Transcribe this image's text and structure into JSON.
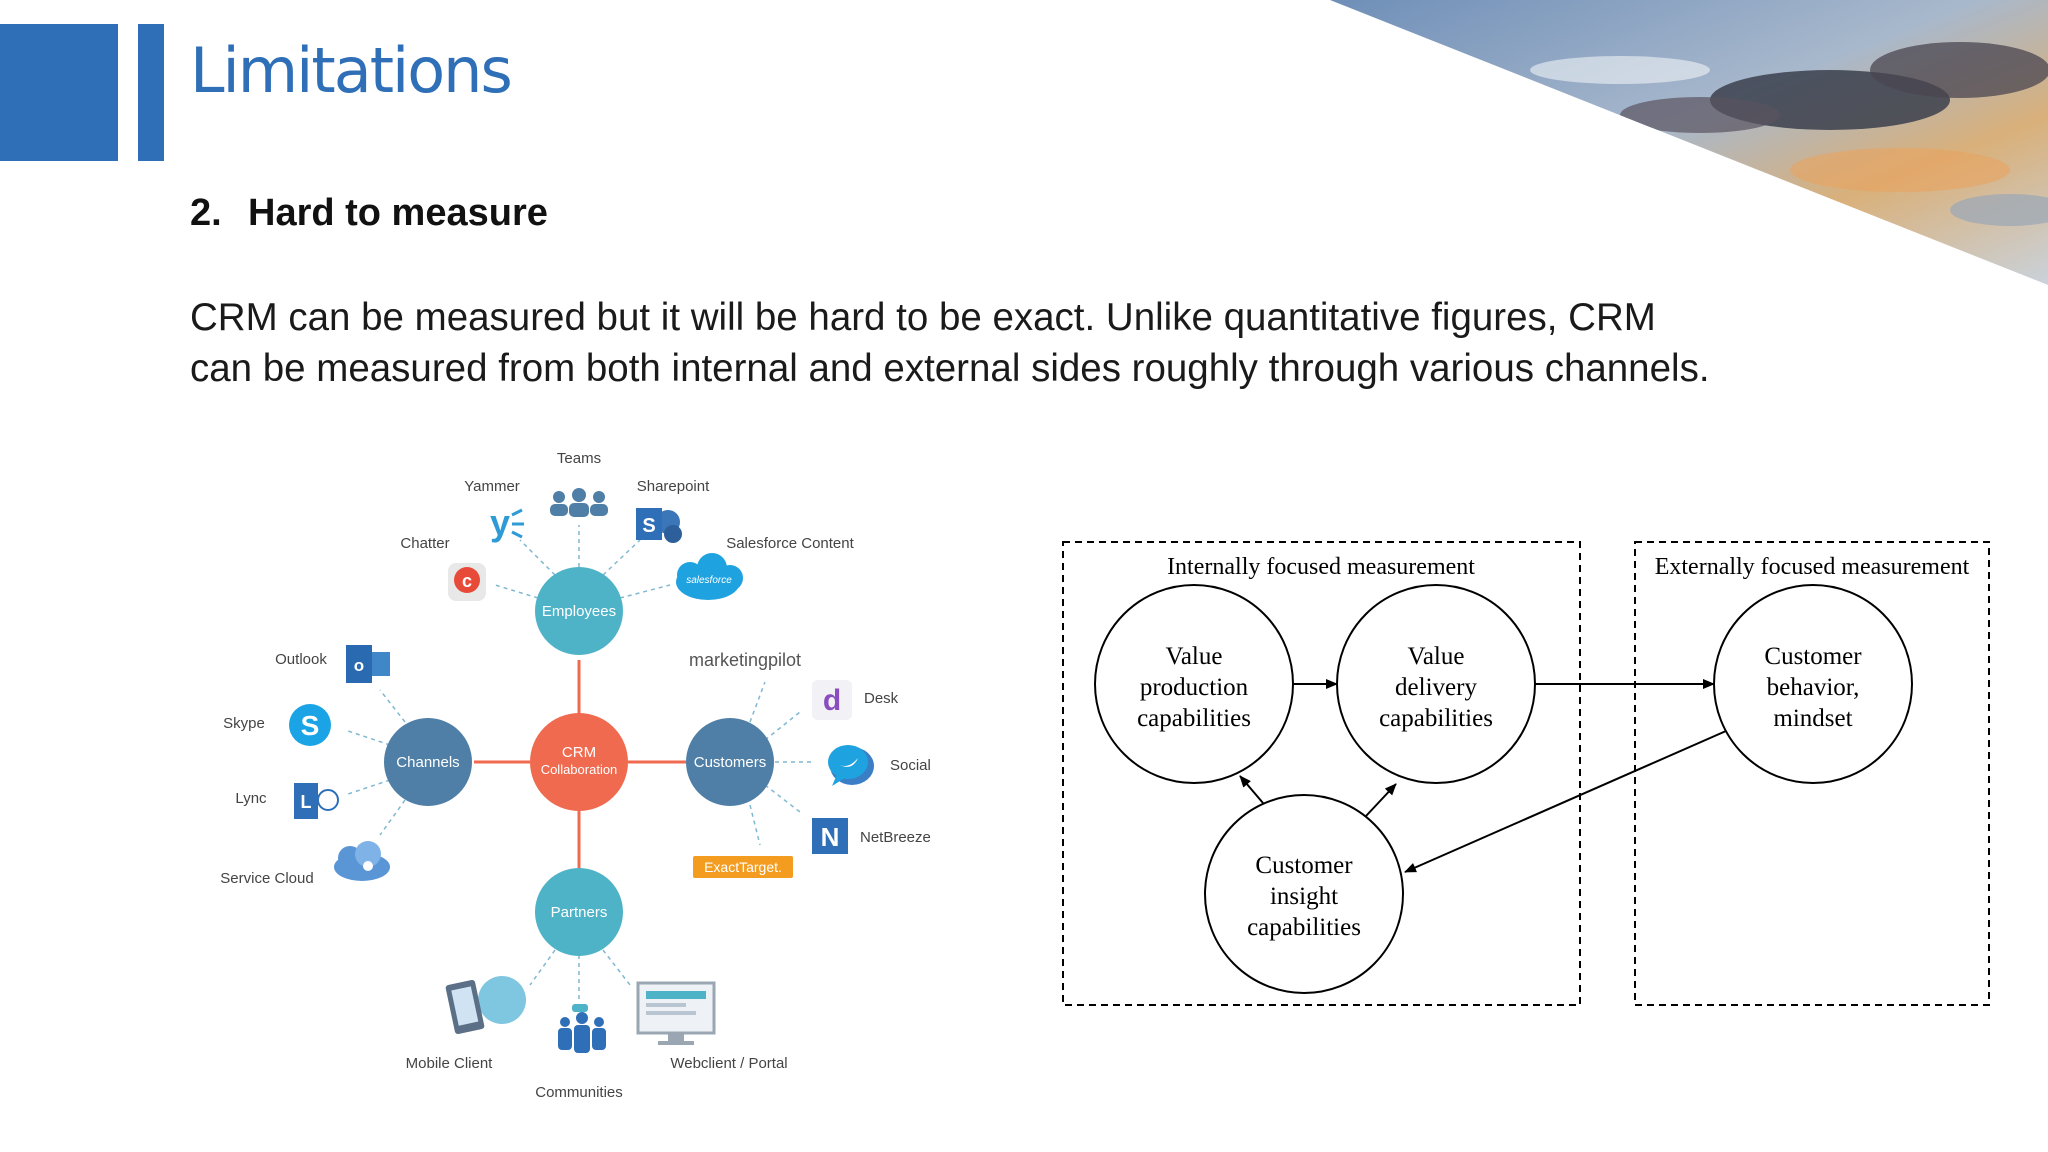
{
  "slide": {
    "title": "Limitations",
    "section_number": "2.",
    "section_heading": "Hard to measure",
    "body_line1": "CRM can be measured but it will be hard to be exact. Unlike quantitative figures, CRM",
    "body_line2": "can be measured from both internal and external sides roughly through various channels."
  },
  "crm_diagram": {
    "center": [
      "CRM",
      "Collaboration"
    ],
    "hubs": {
      "employees": "Employees",
      "channels": "Channels",
      "customers": "Customers",
      "partners": "Partners"
    },
    "employee_items": {
      "teams": "Teams",
      "yammer": "Yammer",
      "sharepoint": "Sharepoint",
      "chatter": "Chatter",
      "salesforce_content": "Salesforce Content",
      "salesforce_logo": "salesforce"
    },
    "channel_items": {
      "outlook": "Outlook",
      "skype": "Skype",
      "lync": "Lync",
      "service_cloud": "Service Cloud"
    },
    "customer_items": {
      "marketingpilot": "marketingpilot",
      "desk": "Desk",
      "social": "Social",
      "netbreeze": "NetBreeze",
      "exacttarget": "ExactTarget."
    },
    "partner_items": {
      "mobile_client": "Mobile Client",
      "communities": "Communities",
      "webclient": "Webclient / Portal"
    },
    "colors": {
      "teal": "#4fb3c8",
      "slate": "#4f7fa6",
      "coral": "#ef6a4f",
      "exacttarget": "#f39c1f"
    }
  },
  "measurement_diagram": {
    "internal_label": "Internally focused measurement",
    "external_label": "Externally focused measurement",
    "value_production": [
      "Value",
      "production",
      "capabilities"
    ],
    "value_delivery": [
      "Value",
      "delivery",
      "capabilities"
    ],
    "customer_insight": [
      "Customer",
      "insight",
      "capabilities"
    ],
    "customer_behavior": [
      "Customer",
      "behavior,",
      "mindset"
    ]
  }
}
